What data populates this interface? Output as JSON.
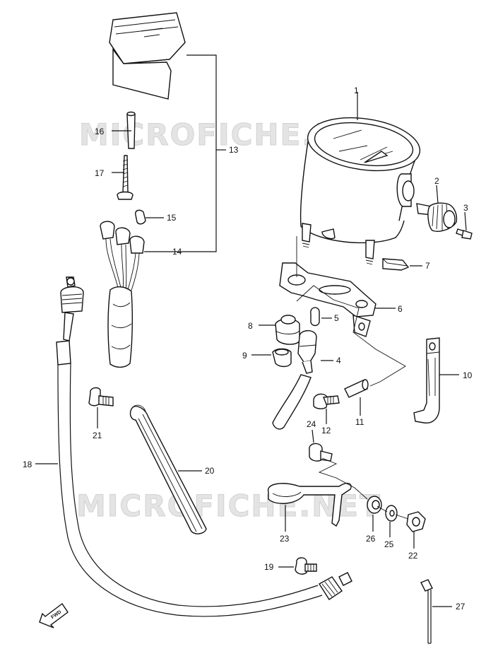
{
  "watermark": {
    "text": "MICROFICHE.NET"
  },
  "direction_marker": {
    "label": "FWD"
  },
  "callouts": [
    {
      "id": "c1",
      "number": "1"
    },
    {
      "id": "c2",
      "number": "2"
    },
    {
      "id": "c3",
      "number": "3"
    },
    {
      "id": "c4",
      "number": "4"
    },
    {
      "id": "c5",
      "number": "5"
    },
    {
      "id": "c6",
      "number": "6"
    },
    {
      "id": "c7",
      "number": "7"
    },
    {
      "id": "c8",
      "number": "8"
    },
    {
      "id": "c9",
      "number": "9"
    },
    {
      "id": "c10",
      "number": "10"
    },
    {
      "id": "c11",
      "number": "11"
    },
    {
      "id": "c12",
      "number": "12"
    },
    {
      "id": "c13",
      "number": "13"
    },
    {
      "id": "c14",
      "number": "14"
    },
    {
      "id": "c15",
      "number": "15"
    },
    {
      "id": "c16",
      "number": "16"
    },
    {
      "id": "c17",
      "number": "17"
    },
    {
      "id": "c18",
      "number": "18"
    },
    {
      "id": "c19",
      "number": "19"
    },
    {
      "id": "c20",
      "number": "20"
    },
    {
      "id": "c21",
      "number": "21"
    },
    {
      "id": "c22",
      "number": "22"
    },
    {
      "id": "c23",
      "number": "23"
    },
    {
      "id": "c24",
      "number": "24"
    },
    {
      "id": "c25",
      "number": "25"
    },
    {
      "id": "c26",
      "number": "26"
    },
    {
      "id": "c27",
      "number": "27"
    }
  ]
}
